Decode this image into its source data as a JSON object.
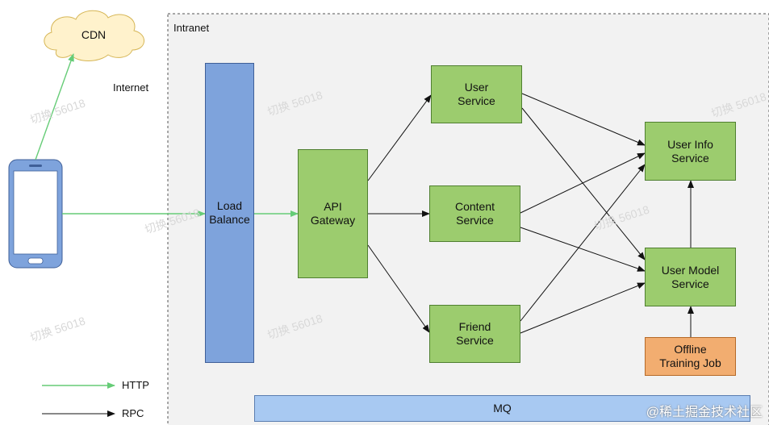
{
  "regions": {
    "intranet": "Intranet",
    "internet": "Internet"
  },
  "nodes": {
    "cdn": "CDN",
    "load_balance": "Load\nBalance",
    "api_gateway": "API\nGateway",
    "user_service": "User\nService",
    "content_service": "Content\nService",
    "friend_service": "Friend\nService",
    "user_info_service": "User Info\nService",
    "user_model_service": "User Model\nService",
    "offline_training_job": "Offline\nTraining Job",
    "mq": "MQ"
  },
  "legend": {
    "http": "HTTP",
    "rpc": "RPC"
  },
  "watermarks": [
    "切换 56018",
    "切换 56018",
    "切换 56018",
    "切换 56018",
    "切换 56018",
    "切换 56018",
    "切换 56018"
  ],
  "corner_watermark": "@稀土掘金技术社区",
  "colors": {
    "http_arrow": "#66cc77",
    "rpc_arrow": "#111111"
  }
}
